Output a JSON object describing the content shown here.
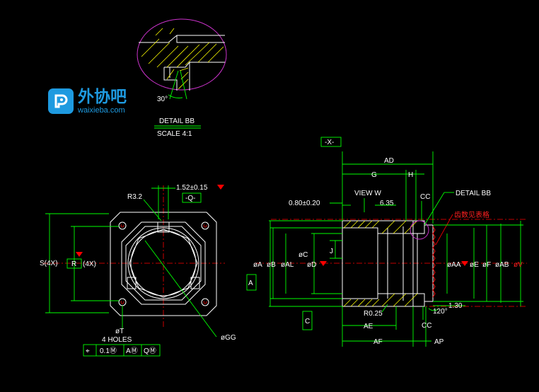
{
  "watermark": {
    "name": "外协吧",
    "url": "waixieba.com"
  },
  "detail_callout": {
    "angle": "30°",
    "title": "DETAIL BB",
    "scale": "SCALE 4:1"
  },
  "front_view": {
    "radius": "R3.2",
    "tolerance": "1.52±0.15",
    "datum_q": "-Q-",
    "s_dim": "S(4X)",
    "r_box": "R",
    "r_count": "(4X)",
    "hole_dia": "øT",
    "holes": "4 HOLES",
    "gg": "øGG",
    "fcf": [
      "⌖",
      "0.1Ⓜ",
      "AⓂ",
      "QⓂ"
    ]
  },
  "side_view": {
    "datum_x": "-X-",
    "ad": "AD",
    "g": "G",
    "h": "H",
    "view_w": "VIEW W",
    "cc_top": "CC",
    "detail_bb": "DETAIL BB",
    "note_cn": "齿数见表格",
    "dim_080": "0.80±0.20",
    "dim_635": "6.35",
    "j": "J",
    "oc": "øC",
    "od": "øD",
    "oa": "øA",
    "ob": "øB",
    "oal": "øAL",
    "datum_a": "A",
    "datum_c": "C",
    "oaa": "øAA",
    "oe": "øE",
    "of": "øF",
    "oab": "øAB",
    "ov": "øV",
    "r025": "R0.25",
    "ae": "AE",
    "af": "AF",
    "ap": "AP",
    "cc_bot": "CC",
    "angle": "120°",
    "dim_130": "1.30"
  }
}
